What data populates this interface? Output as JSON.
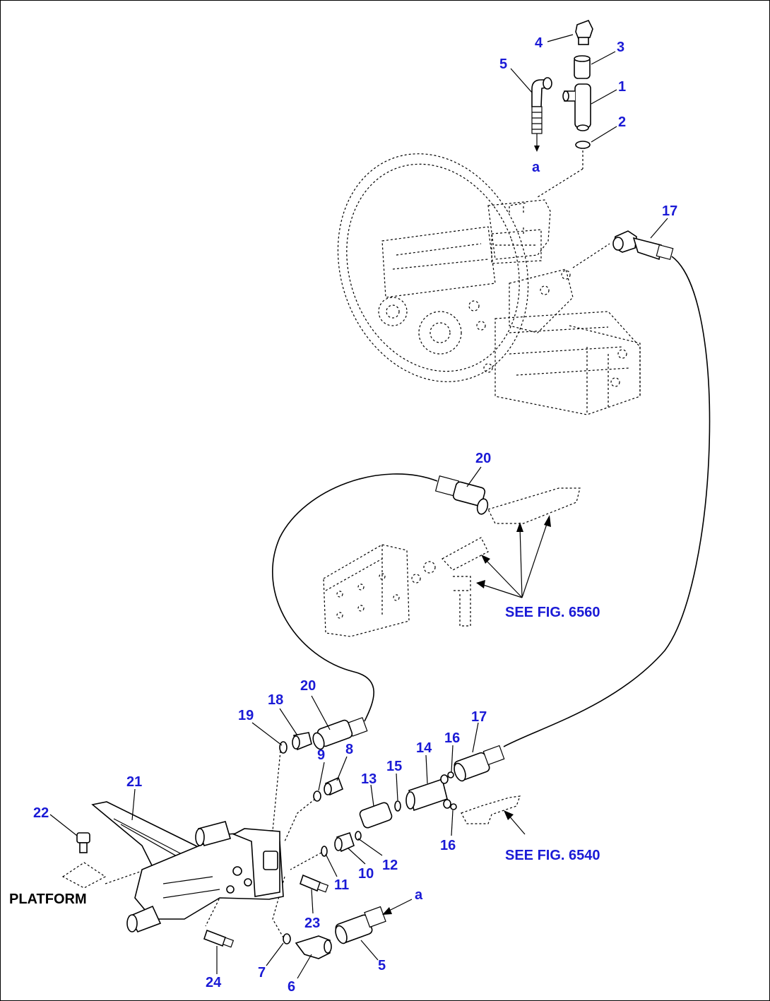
{
  "diagram": {
    "callouts": [
      {
        "id": "c4a",
        "text": "4"
      },
      {
        "id": "c3a",
        "text": "3"
      },
      {
        "id": "c5a",
        "text": "5"
      },
      {
        "id": "c1",
        "text": "1"
      },
      {
        "id": "c2",
        "text": "2"
      },
      {
        "id": "ca1",
        "text": "a"
      },
      {
        "id": "c17a",
        "text": "17"
      },
      {
        "id": "c20a",
        "text": "20"
      },
      {
        "id": "c20b",
        "text": "20"
      },
      {
        "id": "c18",
        "text": "18"
      },
      {
        "id": "c19",
        "text": "19"
      },
      {
        "id": "c9",
        "text": "9"
      },
      {
        "id": "c8",
        "text": "8"
      },
      {
        "id": "c13",
        "text": "13"
      },
      {
        "id": "c15",
        "text": "15"
      },
      {
        "id": "c14",
        "text": "14"
      },
      {
        "id": "c16a",
        "text": "16"
      },
      {
        "id": "c17b",
        "text": "17"
      },
      {
        "id": "c16b",
        "text": "16"
      },
      {
        "id": "c21",
        "text": "21"
      },
      {
        "id": "c22",
        "text": "22"
      },
      {
        "id": "c10",
        "text": "10"
      },
      {
        "id": "c12",
        "text": "12"
      },
      {
        "id": "c11",
        "text": "11"
      },
      {
        "id": "c23",
        "text": "23"
      },
      {
        "id": "ca2",
        "text": "a"
      },
      {
        "id": "c5b",
        "text": "5"
      },
      {
        "id": "c7",
        "text": "7"
      },
      {
        "id": "c6",
        "text": "6"
      },
      {
        "id": "c24",
        "text": "24"
      }
    ],
    "references": {
      "fig6560": "SEE FIG. 6560",
      "fig6540": "SEE FIG. 6540"
    },
    "platform_label": "PLATFORM",
    "colors": {
      "callout": "#1a1ad6",
      "line": "#000000"
    }
  }
}
